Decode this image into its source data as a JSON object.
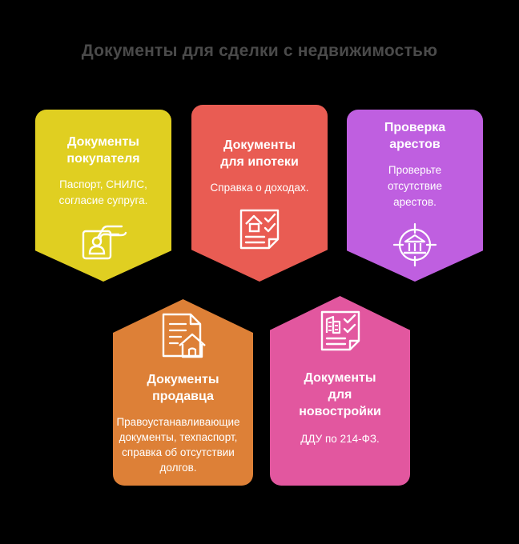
{
  "header": {
    "title": "Документы для сделки с недвижимостью",
    "title_color": "#4a4a4a"
  },
  "background_color": "#000000",
  "diagram": {
    "type": "chevron-card-infographic",
    "card_count": 5,
    "cards": [
      {
        "id": "buyer",
        "heading": "Документы\nпокупателя",
        "body": "Паспорт, СНИЛС,\nсогласие супруга.",
        "color": "#E0CF21",
        "icon": "id-card-hand-icon",
        "row": 1,
        "direction": "down"
      },
      {
        "id": "mortgage",
        "heading": "Документы\nдля ипотеки",
        "body": "Справка о доходах.",
        "color": "#E95C53",
        "icon": "document-house-check-icon",
        "row": 1,
        "direction": "down"
      },
      {
        "id": "arrest",
        "heading": "Проверка\nарестов",
        "body": "Проверьте\nотсутствие\nарестов.",
        "color": "#BF5FE0",
        "icon": "courthouse-target-icon",
        "row": 1,
        "direction": "down"
      },
      {
        "id": "seller",
        "heading": "Документы\nпродавца",
        "body": "Правоустанавливающие\nдокументы, техпаспорт,\nсправка об отсутствии\nдолгов.",
        "color": "#DD8037",
        "icon": "document-house-lines-icon",
        "row": 2,
        "direction": "up"
      },
      {
        "id": "newbuild",
        "heading": "Документы\nдля\nновостройки",
        "body": "ДДУ по 214-ФЗ.",
        "color": "#E2579F",
        "icon": "buildings-check-document-icon",
        "row": 2,
        "direction": "up"
      }
    ]
  }
}
